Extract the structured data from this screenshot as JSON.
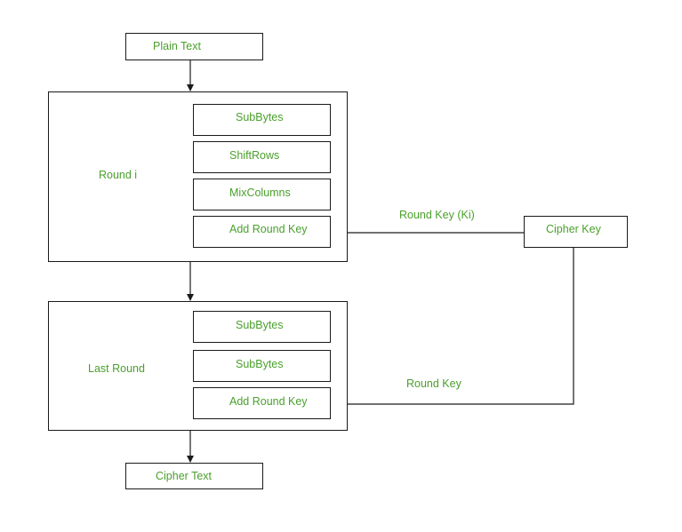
{
  "theme": {
    "text_color": "#4aa02c",
    "line_color": "#1a1a1a"
  },
  "plain_text": "Plain Text",
  "round_i": {
    "title": "Round i",
    "steps": [
      "SubBytes",
      "ShiftRows",
      "MixColumns",
      "Add Round Key"
    ]
  },
  "last_round": {
    "title": "Last Round",
    "steps": [
      "SubBytes",
      "SubBytes",
      "Add Round Key"
    ]
  },
  "cipher_key": "Cipher Key",
  "round_key_ki": "Round Key (Ki)",
  "round_key": "Round Key",
  "cipher_text": "Cipher Text"
}
